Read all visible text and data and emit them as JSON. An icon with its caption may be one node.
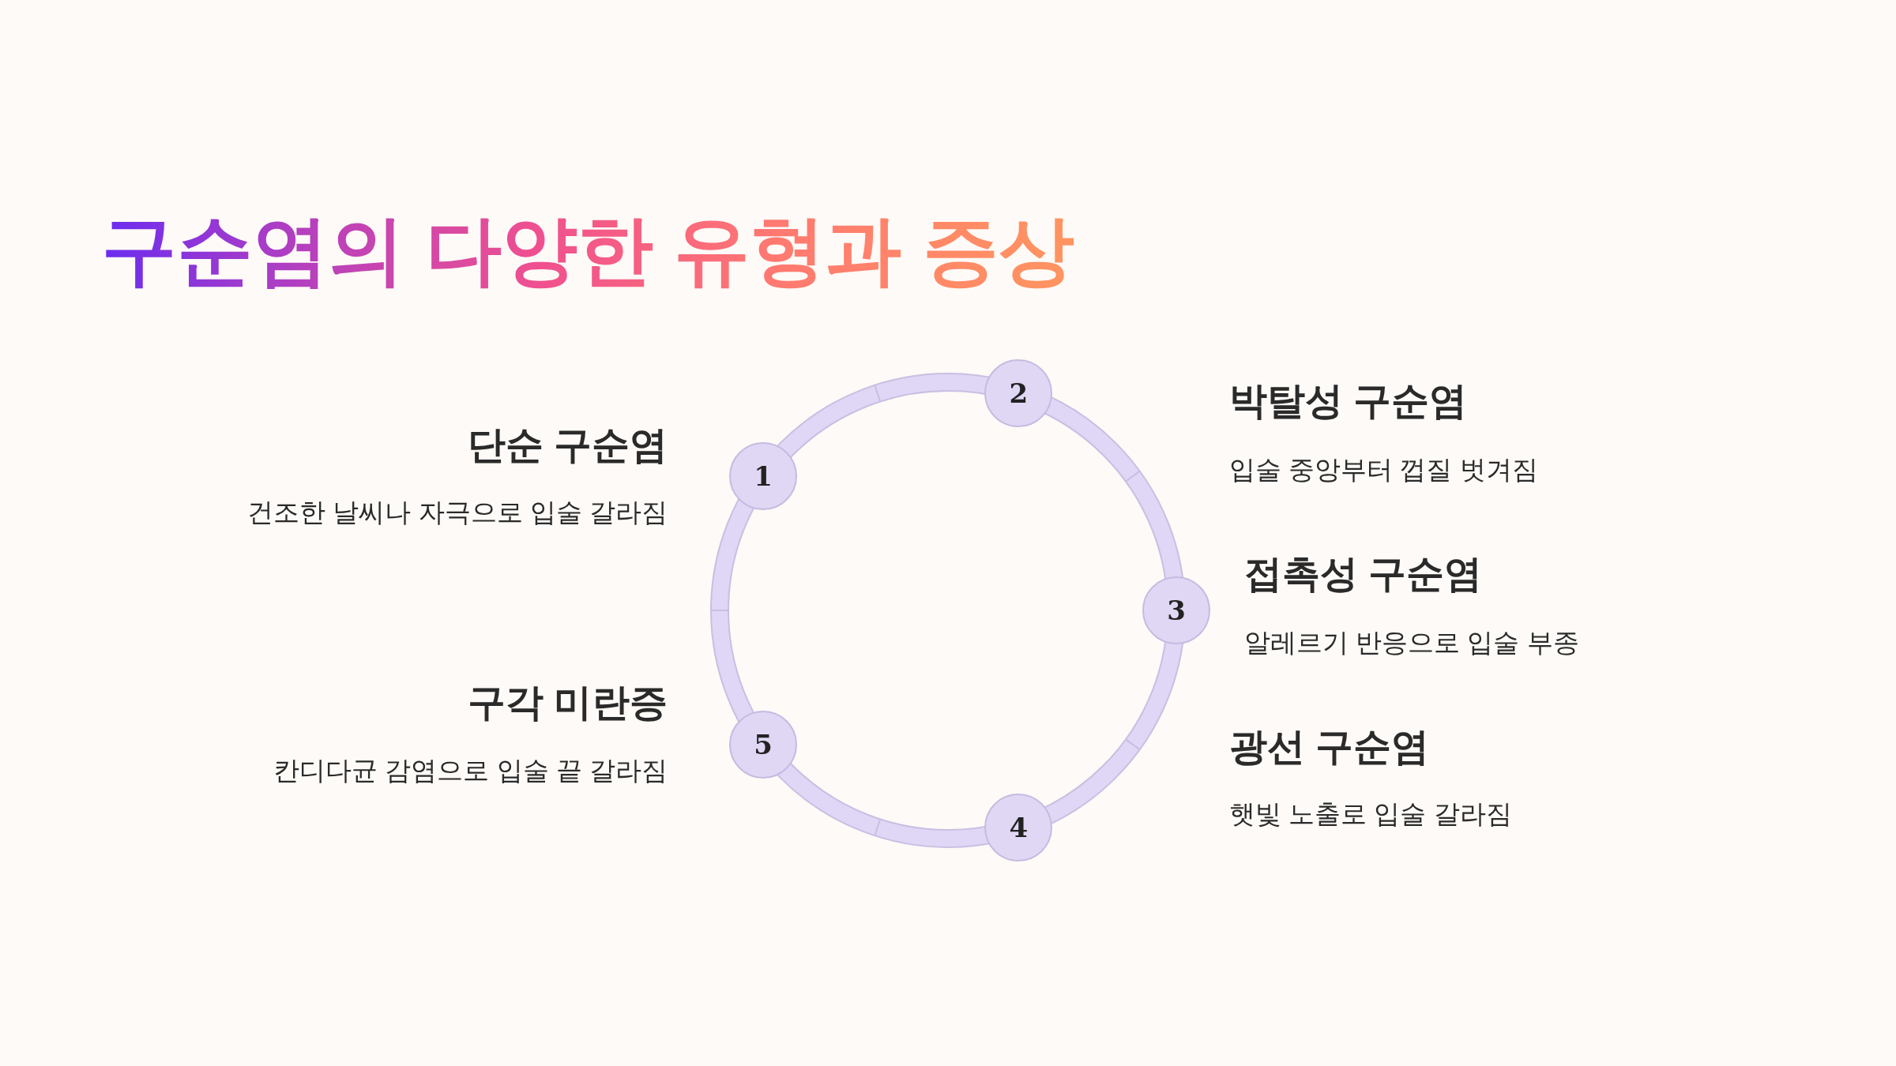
{
  "diagram": {
    "title": "구순염의 다양한 유형과 증상",
    "nodes": [
      {
        "text": [
          "1"
        ],
        "beside": [
          "단순 구순염",
          "건조한 날씨나 자극으로 입술 갈라짐"
        ]
      },
      {
        "text": [
          "2"
        ],
        "beside": [
          "박탈성 구순염",
          "입술 중앙부터 껍질 벗겨짐"
        ]
      },
      {
        "text": [
          "3"
        ],
        "beside": [
          "접촉성 구순염",
          "알레르기 반응으로 입술 부종"
        ]
      },
      {
        "text": [
          "4"
        ],
        "beside": [
          "광선 구순염",
          "햇빛 노출로 입술 갈라짐"
        ]
      },
      {
        "text": [
          "5"
        ],
        "beside": [
          "구각 미란증",
          "칸디다균 감염으로 입술 끝 갈라짐"
        ]
      }
    ]
  }
}
